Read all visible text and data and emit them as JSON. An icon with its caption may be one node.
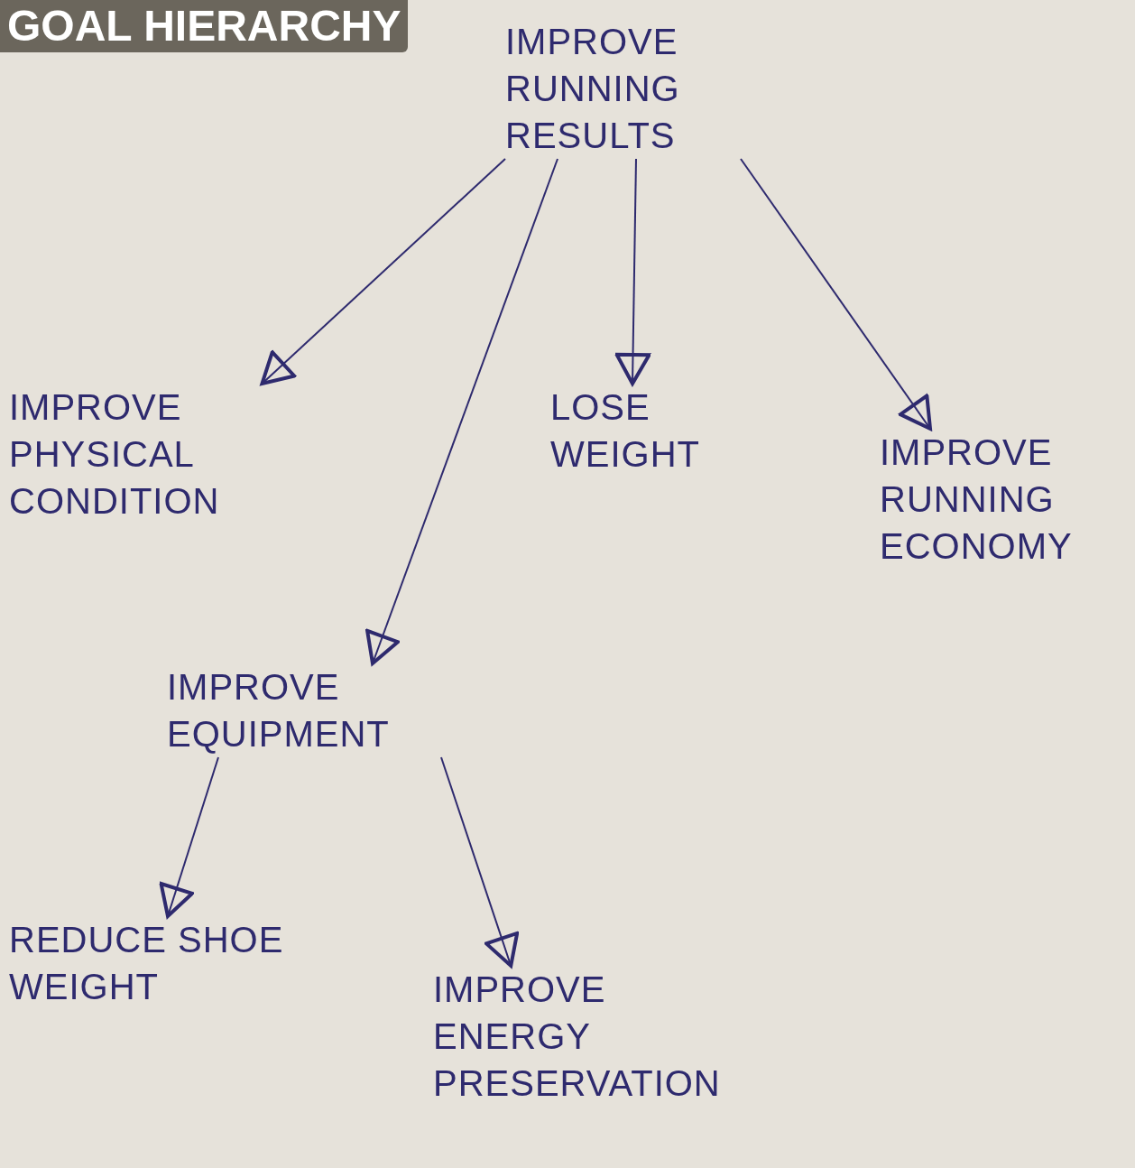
{
  "diagram": {
    "title": "GOAL HIERARCHY",
    "nodes": [
      {
        "text": [
          "IMPROVE RUNNING RESULTS"
        ]
      },
      {
        "text": [
          "IMPROVE PHYSICAL CONDITION"
        ]
      },
      {
        "text": [
          "LOSE WEIGHT"
        ]
      },
      {
        "text": [
          "IMPROVE RUNNING ECONOMY"
        ]
      },
      {
        "text": [
          "IMPROVE EQUIPMENT"
        ]
      },
      {
        "text": [
          "REDUCE SHOE WEIGHT"
        ]
      },
      {
        "text": [
          "IMPROVE ENERGY PRESERVATION"
        ]
      }
    ],
    "edges": [
      {
        "from": 0,
        "to": 1,
        "arrow": "to"
      },
      {
        "from": 0,
        "to": 4,
        "arrow": "to"
      },
      {
        "from": 0,
        "to": 2,
        "arrow": "to"
      },
      {
        "from": 0,
        "to": 3,
        "arrow": "to"
      },
      {
        "from": 4,
        "to": 5,
        "arrow": "to"
      },
      {
        "from": 4,
        "to": 6,
        "arrow": "to"
      }
    ]
  }
}
